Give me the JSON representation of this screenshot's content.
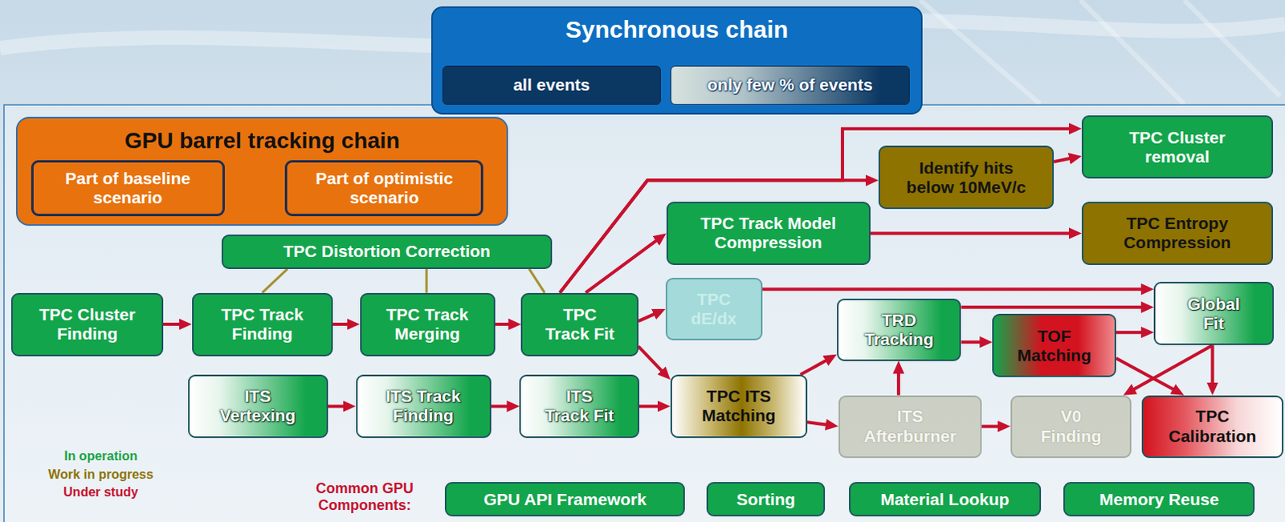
{
  "diagram": {
    "nodes": [
      {
        "text": [
          "Synchronous chain"
        ]
      },
      {
        "text": [
          "all events"
        ],
        "in": 0
      },
      {
        "text": [
          "only few % of events"
        ],
        "in": 0
      },
      {
        "text": [
          "GPU barrel tracking chain"
        ]
      },
      {
        "text": [
          "Part of baseline scenario"
        ],
        "in": 3
      },
      {
        "text": [
          "Part of optimistic scenario"
        ],
        "in": 3
      },
      {
        "text": [
          "TPC Cluster removal"
        ]
      },
      {
        "text": [
          "Identify hits below 10MeV/c"
        ]
      },
      {
        "text": [
          "TPC Track Model Compression"
        ]
      },
      {
        "text": [
          "TPC Entropy Compression"
        ]
      },
      {
        "text": [
          "TPC Distortion Correction"
        ]
      },
      {
        "text": [
          "TPC Cluster Finding"
        ]
      },
      {
        "text": [
          "TPC Track Finding"
        ]
      },
      {
        "text": [
          "TPC Track Merging"
        ]
      },
      {
        "text": [
          "TPC Track Fit"
        ]
      },
      {
        "text": [
          "TPC dE/dx"
        ]
      },
      {
        "text": [
          "TRD Tracking"
        ]
      },
      {
        "text": [
          "TOF Matching"
        ]
      },
      {
        "text": [
          "Global Fit"
        ]
      },
      {
        "text": [
          "ITS Vertexing"
        ]
      },
      {
        "text": [
          "ITS Track Finding"
        ]
      },
      {
        "text": [
          "ITS Track Fit"
        ]
      },
      {
        "text": [
          "TPC ITS Matching"
        ]
      },
      {
        "text": [
          "ITS Afterburner"
        ]
      },
      {
        "text": [
          "V0 Finding"
        ]
      },
      {
        "text": [
          "TPC Calibration"
        ]
      },
      {
        "text": [
          "GPU API Framework"
        ]
      },
      {
        "text": [
          "Sorting"
        ]
      },
      {
        "text": [
          "Material Lookup"
        ]
      },
      {
        "text": [
          "Memory Reuse"
        ]
      }
    ],
    "edges": [
      {
        "from": 11,
        "to": 12,
        "arrow": "to"
      },
      {
        "from": 12,
        "to": 13,
        "arrow": "to"
      },
      {
        "from": 13,
        "to": 14,
        "arrow": "to"
      },
      {
        "from": 10,
        "to": 12,
        "arrow": "none"
      },
      {
        "from": 10,
        "to": 13,
        "arrow": "none"
      },
      {
        "from": 10,
        "to": 14,
        "arrow": "none"
      },
      {
        "from": 14,
        "to": 8,
        "arrow": "to"
      },
      {
        "from": 14,
        "to": 6,
        "arrow": "to"
      },
      {
        "from": 14,
        "to": 7,
        "arrow": "to"
      },
      {
        "from": 7,
        "to": 6,
        "arrow": "to"
      },
      {
        "from": 8,
        "to": 9,
        "arrow": "to"
      },
      {
        "from": 14,
        "to": 15,
        "arrow": "to"
      },
      {
        "from": 14,
        "to": 22,
        "arrow": "to"
      },
      {
        "from": 15,
        "to": 18,
        "arrow": "to"
      },
      {
        "from": 16,
        "to": 18,
        "arrow": "to"
      },
      {
        "from": 16,
        "to": 17,
        "arrow": "to"
      },
      {
        "from": 17,
        "to": 18,
        "arrow": "to"
      },
      {
        "from": 17,
        "to": 25,
        "arrow": "to"
      },
      {
        "from": 18,
        "to": 24,
        "arrow": "to"
      },
      {
        "from": 18,
        "to": 25,
        "arrow": "to"
      },
      {
        "from": 22,
        "to": 16,
        "arrow": "to"
      },
      {
        "from": 22,
        "to": 23,
        "arrow": "to"
      },
      {
        "from": 23,
        "to": 16,
        "arrow": "to"
      },
      {
        "from": 23,
        "to": 24,
        "arrow": "to"
      },
      {
        "from": 19,
        "to": 20,
        "arrow": "to"
      },
      {
        "from": 20,
        "to": 21,
        "arrow": "to"
      },
      {
        "from": 21,
        "to": 22,
        "arrow": "to"
      }
    ],
    "labels": [
      "In operation",
      "Work in progress",
      "Under study",
      "Common GPU Components:"
    ]
  }
}
